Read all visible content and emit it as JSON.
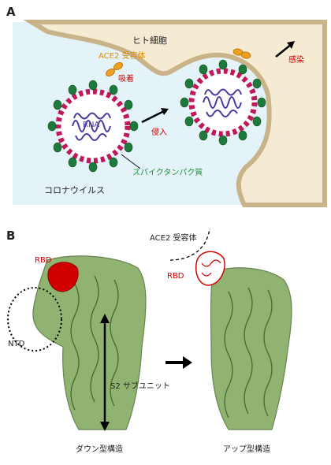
{
  "panel_a": {
    "letter": "A",
    "human_cell": "ヒト細胞",
    "ace2_receptor": "ACE2 受容体",
    "attachment": "吸着",
    "rna": "RNA",
    "entry": "侵入",
    "infection": "感染",
    "spike_protein": "スパイクタンパク質",
    "coronavirus": "コロナウイルス"
  },
  "panel_b": {
    "letter": "B",
    "ace2_receptor": "ACE2 受容体",
    "rbd_left": "RBD",
    "rbd_right": "RBD",
    "ntd": "NTD",
    "s2_subunit": "S2 サブユニット",
    "down_conformation": "ダウン型構造",
    "up_conformation": "アップ型構造"
  },
  "colors": {
    "cell_fill": "#f5ead2",
    "cell_border": "#c9b48a",
    "background_blue": "#e4f3f8",
    "rna_blue": "#4a3aa0",
    "spike_green": "#1d7a3a",
    "membrane_red": "#c0195a",
    "ace2_orange": "#f0a020",
    "rbd_red": "#d10000",
    "protein_green": "#7ea65a"
  }
}
